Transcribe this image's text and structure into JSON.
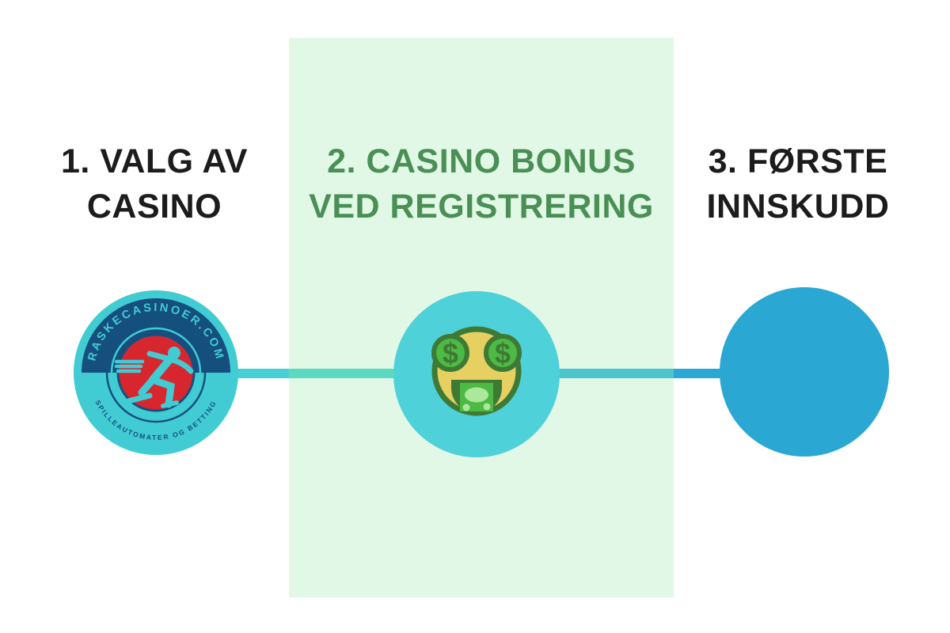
{
  "infographic": {
    "steps": [
      {
        "number": "1",
        "title_lines": [
          "1. VALG AV",
          "CASINO"
        ],
        "title_color": "#1c1c1c",
        "icon": "raskecasinoer-logo-badge"
      },
      {
        "number": "2",
        "title_lines": [
          "2. CASINO BONUS",
          "VED REGISTRERING"
        ],
        "title_color": "#4a9055",
        "icon": "money-mouth-emoji",
        "highlighted": true,
        "highlight_color": "#e2f8e7"
      },
      {
        "number": "3",
        "title_lines": [
          "3. FØRSTE",
          "INNSKUDD"
        ],
        "title_color": "#1c1c1c",
        "icon": "blue-circle"
      }
    ],
    "logo": {
      "arc_top": "RASKECASINOER.COM",
      "arc_bottom": "SPILLEAUTOMATER OG BETTING",
      "colors": {
        "teal": "#41cbd3",
        "navy": "#154f7e",
        "red": "#d8262f"
      }
    },
    "emoji": {
      "name": "money-mouth-face",
      "dollar_sign": "$",
      "colors": {
        "circle_teal": "#4ed1d8",
        "face_yellow": "#e5d061",
        "outline_green": "#3e7a33",
        "money_green": "#4cba44",
        "bill_light_green": "#ace79c"
      }
    },
    "connectors": {
      "left_teal": "#46d0d6",
      "left_teal_on_band": "#5cd9c1",
      "right_teal_on_band": "#4dc5cc",
      "right_blue": "#2aa8d3"
    },
    "circle3_color": "#2aa8d3"
  }
}
